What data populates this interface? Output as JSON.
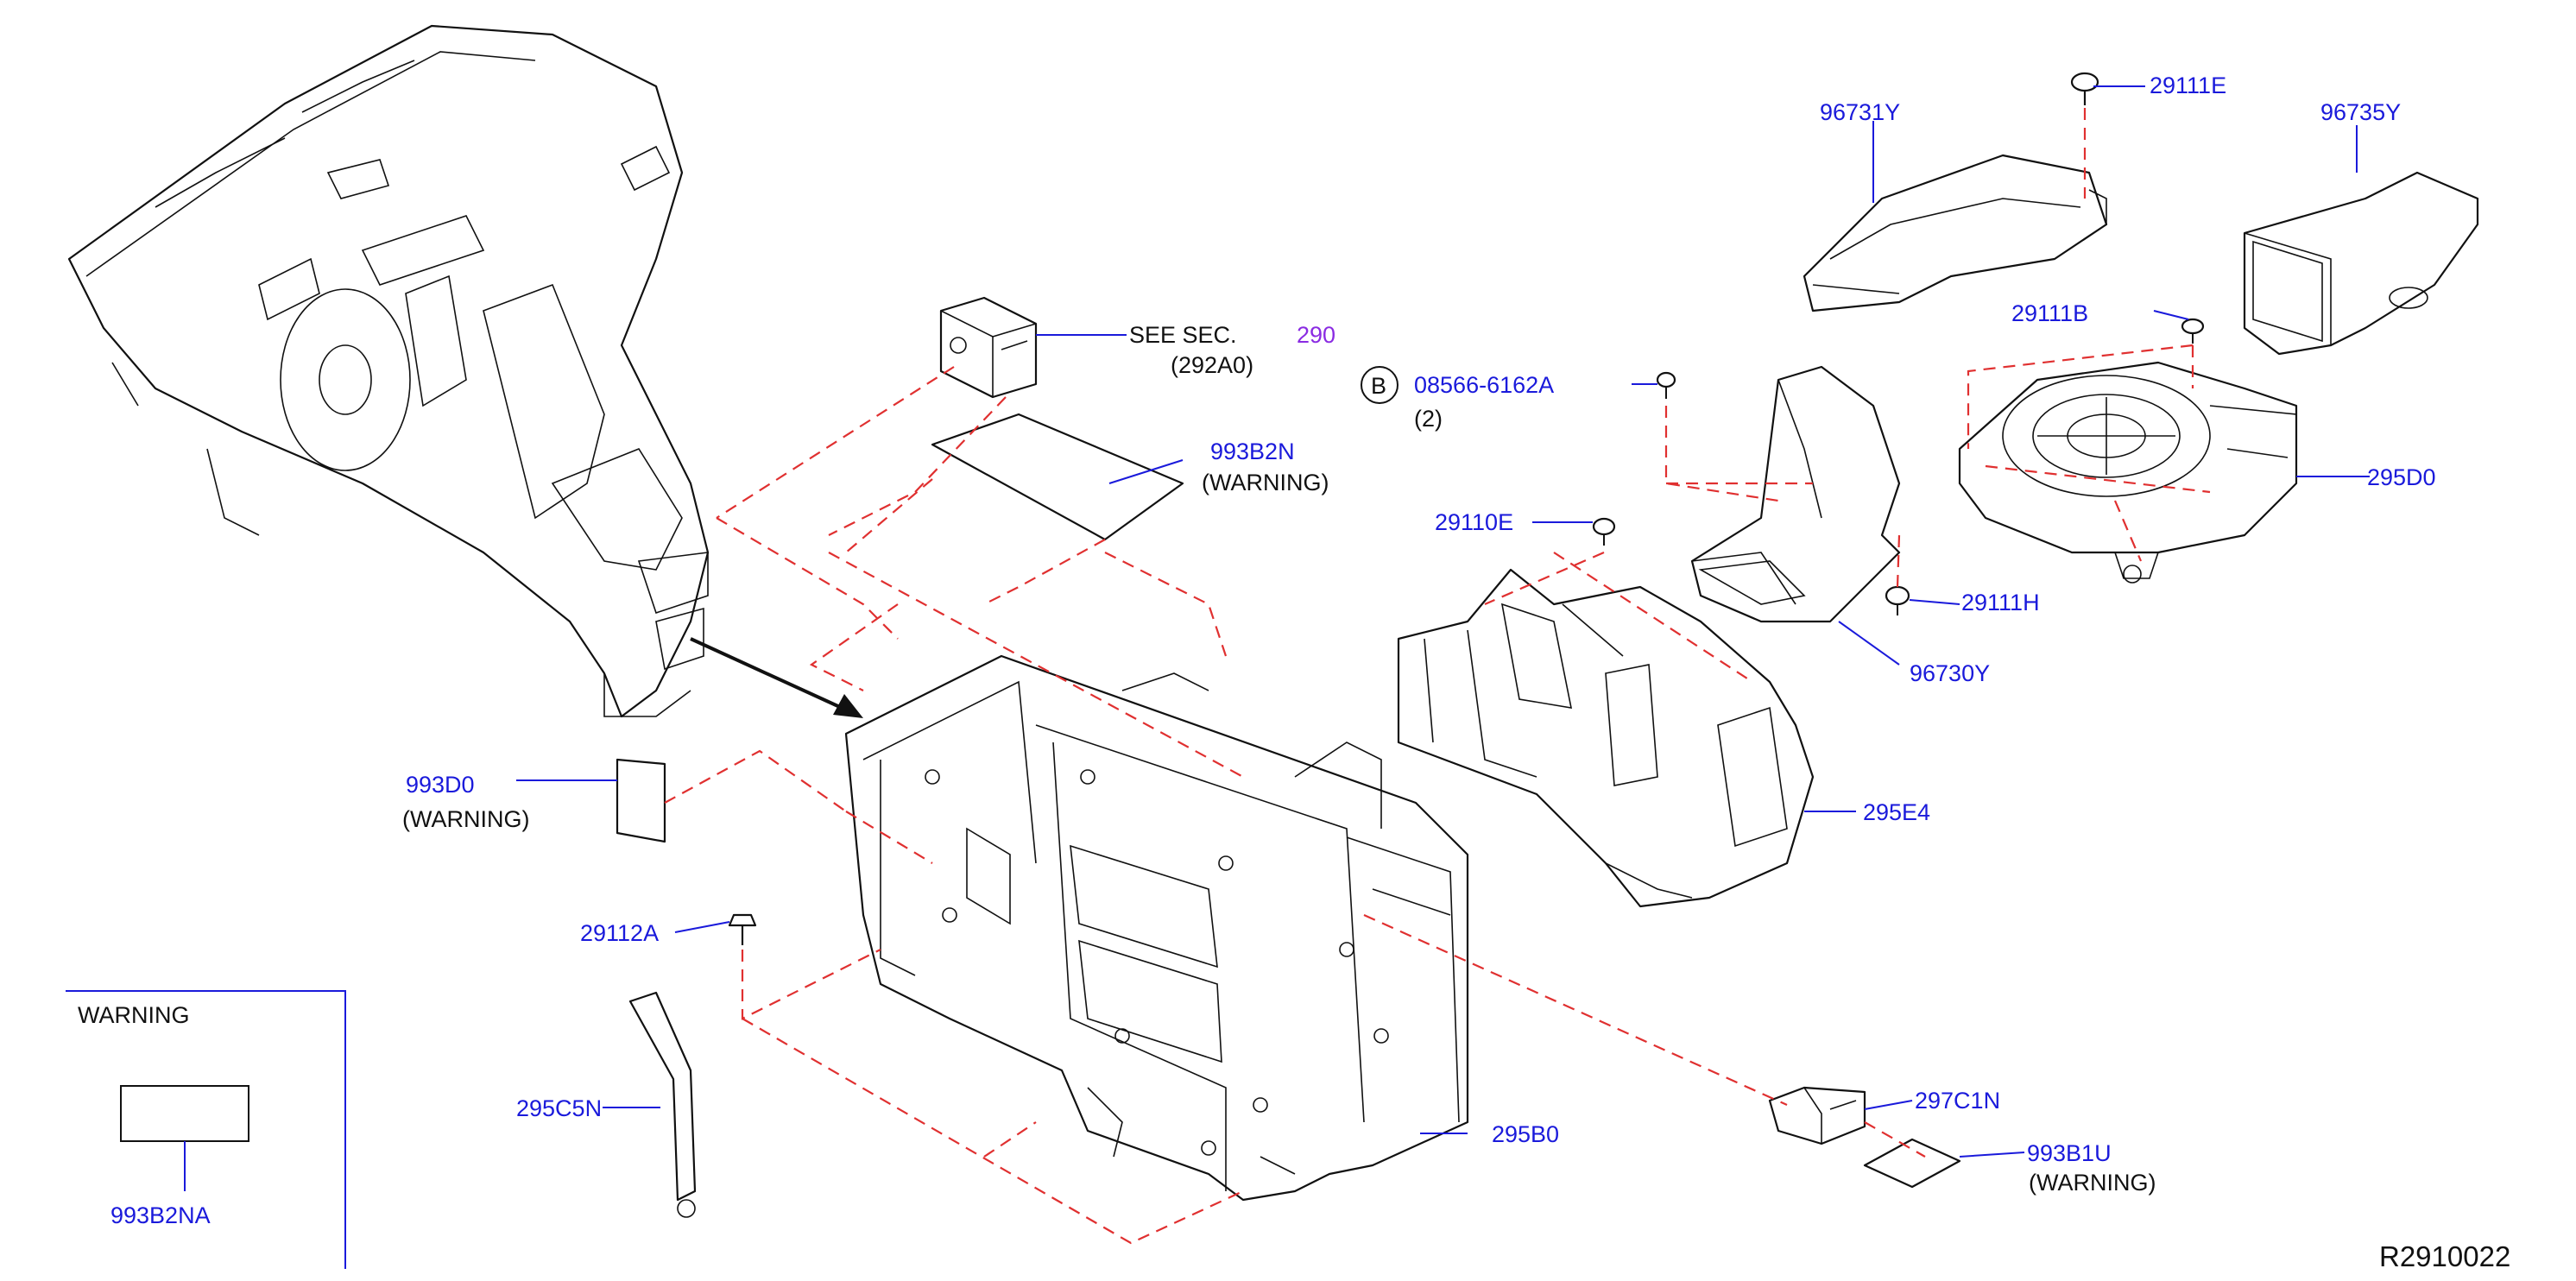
{
  "labels": {
    "p96731Y": "96731Y",
    "p29111E": "29111E",
    "p96735Y": "96735Y",
    "see_sec": "SEE   SEC.",
    "sec_num": "290",
    "p292A0": "(292A0)",
    "b_circle": "B",
    "p08566": "08566-6162A",
    "qty2": "(2)",
    "p29111B": "29111B",
    "p993B2N": "993B2N",
    "warn_993B2N": "(WARNING)",
    "p295D0": "295D0",
    "p29110E": "29110E",
    "p29111H": "29111H",
    "p96730Y": "96730Y",
    "p993D0": "993D0",
    "warn_993D0": "(WARNING)",
    "p295E4": "295E4",
    "p29112A": "29112A",
    "warning_box_title": "WARNING",
    "p993B2NA": "993B2NA",
    "p295C5N": "295C5N",
    "p297C1N": "297C1N",
    "p295B0": "295B0",
    "p993B1U": "993B1U",
    "warn_993B1U": "(WARNING)",
    "diagram_id": "R2910022"
  },
  "colors": {
    "label": "#1a1adb",
    "leader": "#1a1adb",
    "dashed_reference": "#e03030",
    "section_ref": "#8a2be2",
    "outline": "#111111"
  }
}
